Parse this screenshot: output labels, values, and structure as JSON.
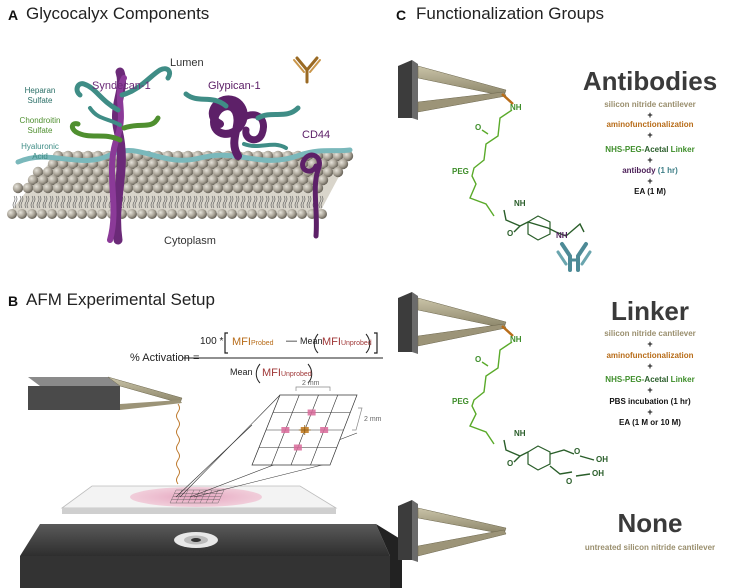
{
  "colors": {
    "syndecan": "#6b2a78",
    "glypican": "#5d2068",
    "heparan": "#3f8d86",
    "chondroitin": "#4f8f2f",
    "hyaluronic": "#7ab8bb",
    "membrane_head": "#a49f92",
    "antibody": "#9a6a24",
    "cantilever": "#a39b80",
    "stage": "#3c3c3c",
    "peg_green": "#5aaa2a"
  },
  "panelA": {
    "letter": "A",
    "title": "Glycocalyx Components",
    "lumen": "Lumen",
    "cytoplasm": "Cytoplasm",
    "syndecan": "Syndecan-1",
    "glypican": "Glypican-1",
    "cd44": "CD44",
    "heparan": [
      "Heparan",
      "Sulfate"
    ],
    "chondroitin": [
      "Chondroitin",
      "Sulfate"
    ],
    "hyaluronic": [
      "Hyaluronic",
      "Acid"
    ]
  },
  "panelB": {
    "letter": "B",
    "title": "AFM Experimental Setup",
    "formula": {
      "lhs": "% Activation =",
      "factor": "100 *",
      "mfi": "MFI",
      "probed": "Probed",
      "minus": "—",
      "mean": "Mean",
      "unprobed": "Unprobed"
    },
    "scale1": "2 mm",
    "scale2": "2 mm"
  },
  "panelC": {
    "letter": "C",
    "title": "Functionalization Groups",
    "chem": {
      "nh": "NH",
      "o": "O",
      "peg": "PEG",
      "oh": "OH"
    },
    "groups": [
      {
        "name": "Antibodies",
        "steps": [
          "silicon nitride cantilever",
          "aminofunctionalization",
          "NHS-PEG-",
          "Acetal",
          "Linker",
          "antibody",
          "(1 hr)",
          "EA (1 M)"
        ]
      },
      {
        "name": "Linker",
        "steps": [
          "silicon nitride cantilever",
          "aminofunctionalization",
          "NHS-PEG-",
          "Acetal",
          "Linker",
          "PBS incubation (1 hr)",
          "EA (1 M or 10 M)"
        ]
      },
      {
        "name": "None",
        "steps": [
          "untreated silicon nitride cantilever"
        ]
      }
    ],
    "plus": "+"
  }
}
